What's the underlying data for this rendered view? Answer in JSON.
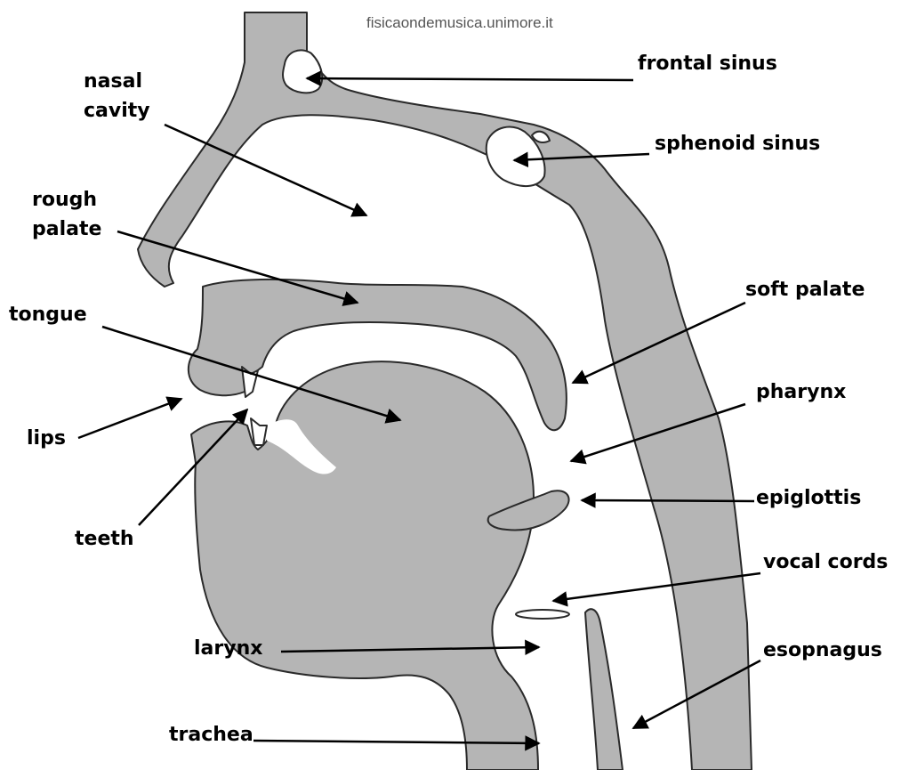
{
  "watermark": "fisicaondemusica.unimore.it",
  "labels": {
    "nasal_cavity": "nasal\ncavity",
    "rough_palate": "rough\npalate",
    "tongue": "tongue",
    "lips": "lips",
    "teeth": "teeth",
    "larynx": "larynx",
    "trachea": "trachea",
    "frontal_sinus": "frontal sinus",
    "sphenoid_sinus": "sphenoid sinus",
    "soft_palate": "soft palate",
    "pharynx": "pharynx",
    "epiglottis": "epiglottis",
    "vocal_cords": "vocal cords",
    "esopnagus": "esopnagus"
  },
  "colors": {
    "tissue": "#b5b5b5",
    "outline": "#2a2a2a",
    "text": "#000000"
  }
}
